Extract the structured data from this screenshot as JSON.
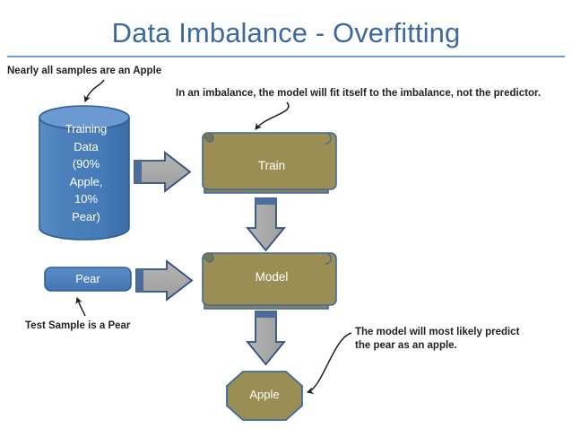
{
  "slide": {
    "title": "Data Imbalance - Overfitting",
    "background": "#ffffff",
    "title_color": "#3d6a9e",
    "rule_color": "#5b8bc0"
  },
  "annotations": [
    {
      "id": "top-left",
      "text": "Nearly all samples are an Apple"
    },
    {
      "id": "top-right",
      "text": "In an imbalance, the model will fit itself to the imbalance, not the predictor."
    },
    {
      "id": "test",
      "text": "Test Sample is a Pear"
    },
    {
      "id": "predict",
      "text": "The model will most likely predict\nthe pear as an apple."
    }
  ],
  "nodes": {
    "training_data": {
      "label": "Training\nData\n(90%\nApple,\n10%\nPear)",
      "shape": "cylinder",
      "fill": "#4a7ebb",
      "stroke": "#2f5e94",
      "text_color": "#ffffff"
    },
    "train": {
      "label": "Train",
      "shape": "scroll",
      "fill": "#9a8e54",
      "stroke": "#3d6a9e",
      "text_color": "#ffffff"
    },
    "model": {
      "label": "Model",
      "shape": "scroll",
      "fill": "#9a8e54",
      "stroke": "#3d6a9e",
      "text_color": "#ffffff"
    },
    "pear": {
      "label": "Pear",
      "shape": "rounded-rect",
      "fill": "#4a7ebb",
      "stroke": "#2f5e94",
      "text_color": "#ffffff"
    },
    "apple": {
      "label": "Apple",
      "shape": "octagon",
      "fill": "#9a8e54",
      "stroke": "#3d6a9e",
      "text_color": "#ffffff"
    }
  },
  "connectors": {
    "block_arrow_fill": "#a6a6a6",
    "block_arrow_stroke": "#31517c",
    "curve_arrow_stroke": "#231f20",
    "items": [
      {
        "name": "training-to-train-arrow",
        "kind": "block-arrow-right"
      },
      {
        "name": "train-to-model-arrow",
        "kind": "block-arrow-down"
      },
      {
        "name": "pear-to-model-arrow",
        "kind": "block-arrow-right"
      },
      {
        "name": "model-to-apple-arrow",
        "kind": "block-arrow-down"
      },
      {
        "name": "note-to-training-curve",
        "kind": "curved-arrow"
      },
      {
        "name": "note-to-train-curve",
        "kind": "curved-arrow"
      },
      {
        "name": "note-to-pear-curve",
        "kind": "curved-arrow"
      },
      {
        "name": "note-to-apple-curve",
        "kind": "curved-arrow"
      }
    ]
  }
}
